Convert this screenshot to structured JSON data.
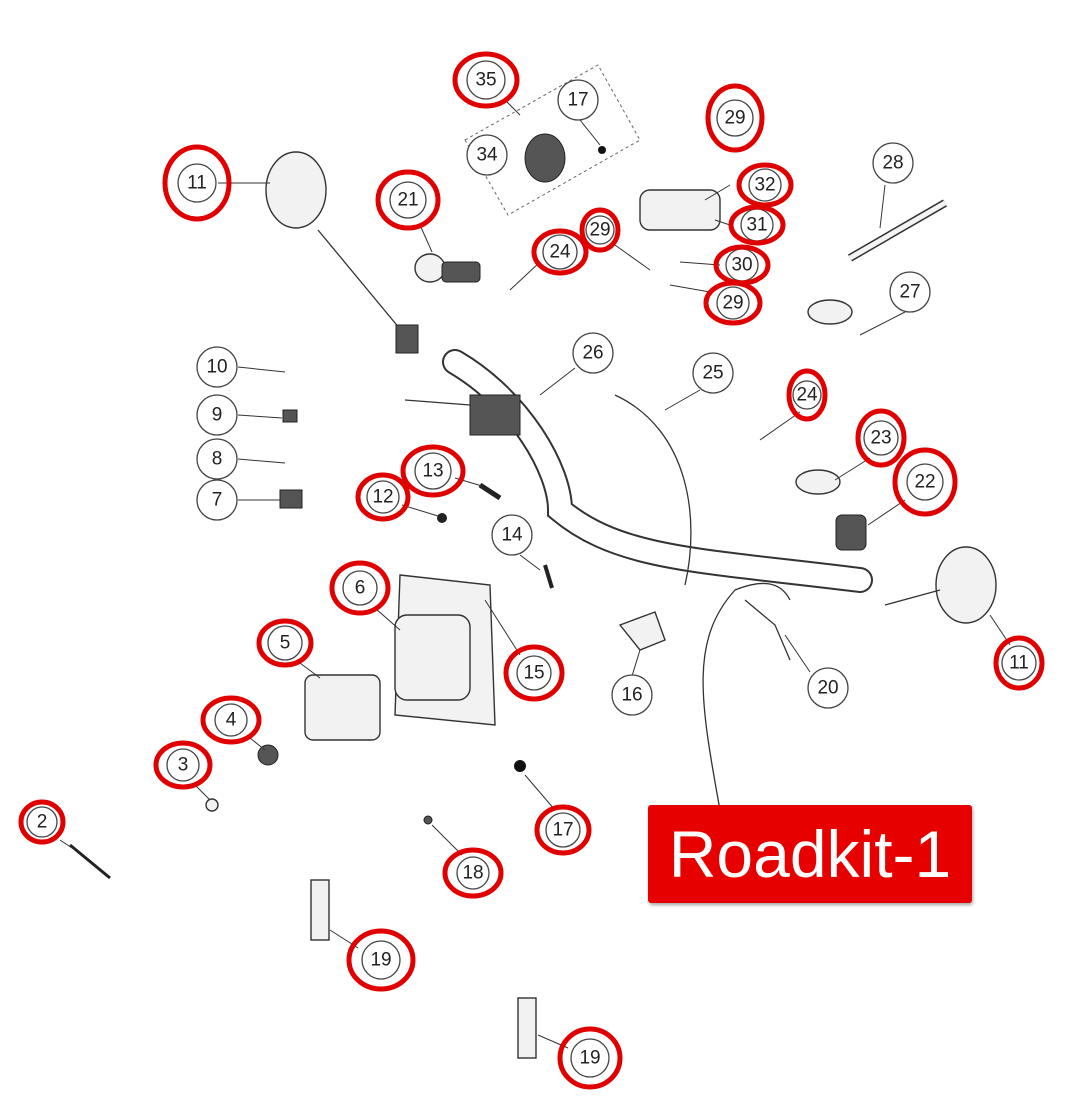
{
  "diagram": {
    "label": "Roadkit-1",
    "highlight_color": "#e00000",
    "callouts": [
      "35",
      "17",
      "34",
      "29",
      "32",
      "31",
      "30",
      "29",
      "28",
      "27",
      "11",
      "21",
      "24",
      "29",
      "26",
      "25",
      "24",
      "23",
      "22",
      "10",
      "9",
      "8",
      "7",
      "13",
      "12",
      "14",
      "6",
      "5",
      "15",
      "16",
      "20",
      "11",
      "4",
      "3",
      "2",
      "17",
      "18",
      "19",
      "19"
    ]
  }
}
